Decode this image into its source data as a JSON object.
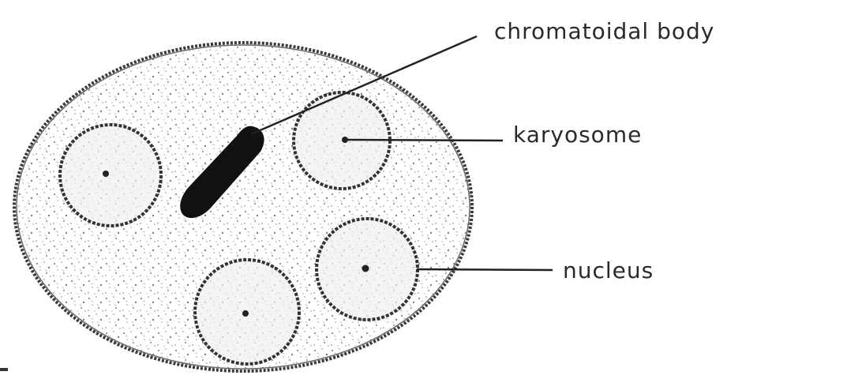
{
  "labels": {
    "chromatoidal_body": "chromatoidal body",
    "karyosome": "karyosome",
    "nucleus": "nucleus"
  },
  "colors": {
    "outline": "#3a3a3a",
    "stipple": "#8c8c8c",
    "chromatoid_fill": "#111111",
    "background": "#ffffff"
  },
  "structures": {
    "nucleus_count": 4,
    "chromatoid_body_count": 1
  }
}
